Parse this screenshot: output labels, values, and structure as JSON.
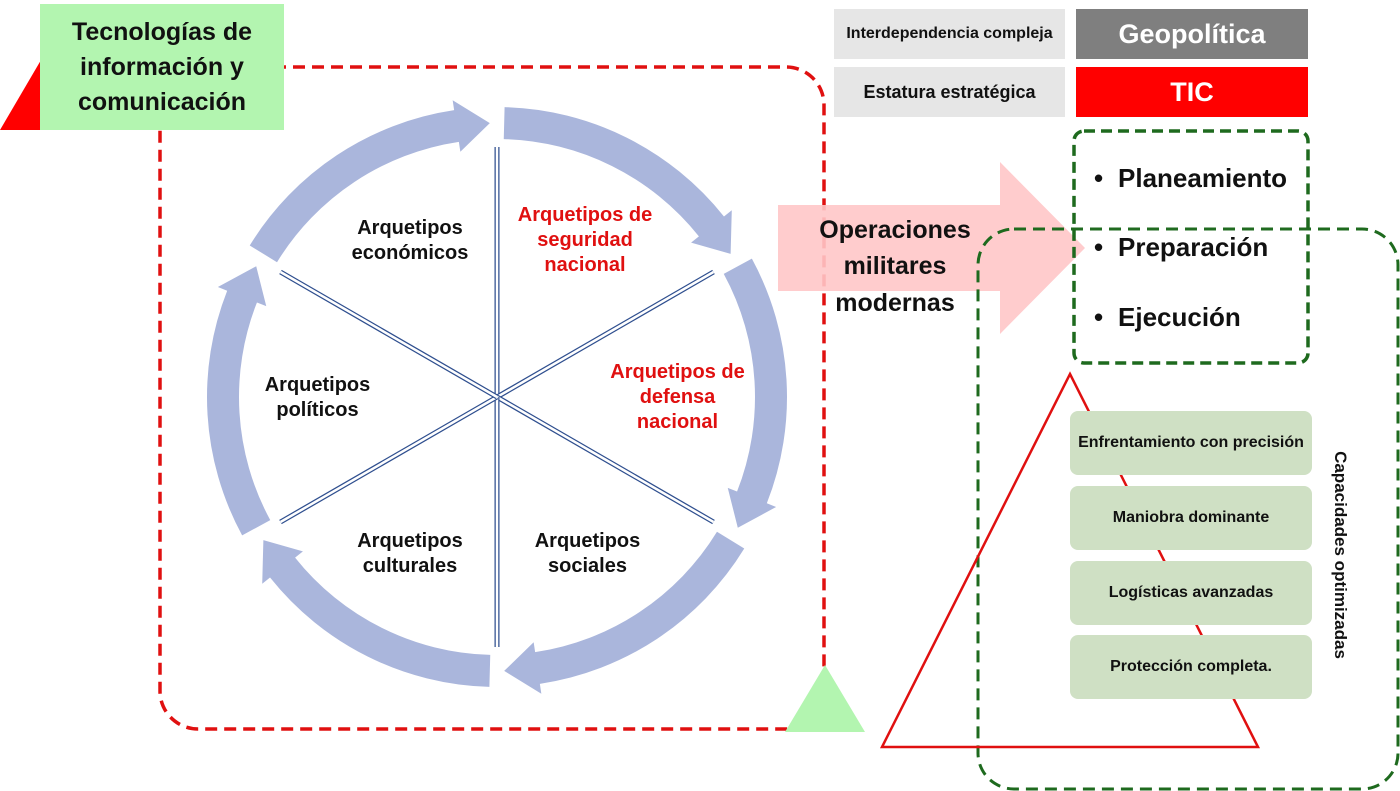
{
  "colors": {
    "red_dashed": "#e01010",
    "green_dashed": "#1e6a1e",
    "cycle_arrow": "#aab6dc",
    "big_arrow": "#ffc6c8",
    "light_green": "#b3f5b0",
    "cap_box": "#cfe0c4",
    "grey_box": "#e6e6e6",
    "geopol_box": "#7f7f7f",
    "tic_box": "#ff0000"
  },
  "tech_title": "Tecnologías de información y comunicación",
  "top_boxes": {
    "interdependence": "Interdependencia compleja",
    "estatura": "Estatura estratégica",
    "geopolitics": "Geopolítica",
    "tic": "TIC"
  },
  "wheel": {
    "segments": [
      {
        "label": "Arquetipos económicos",
        "highlight": false
      },
      {
        "label": "Arquetipos de seguridad nacional",
        "highlight": true
      },
      {
        "label": "Arquetipos de defensa nacional",
        "highlight": true
      },
      {
        "label": "Arquetipos sociales",
        "highlight": false
      },
      {
        "label": "Arquetipos culturales",
        "highlight": false
      },
      {
        "label": "Arquetipos políticos",
        "highlight": false
      }
    ]
  },
  "operations_label": "Operaciones militares modernas",
  "phases": [
    {
      "bullet": "•",
      "label": "Planeamiento"
    },
    {
      "bullet": "•",
      "label": "Preparación"
    },
    {
      "bullet": "•",
      "label": "Ejecución"
    }
  ],
  "capabilities": {
    "title": "Capacidades optimizadas",
    "items": [
      "Enfrentamiento con precisión",
      "Maniobra dominante",
      "Logísticas avanzadas",
      "Protección completa."
    ]
  }
}
